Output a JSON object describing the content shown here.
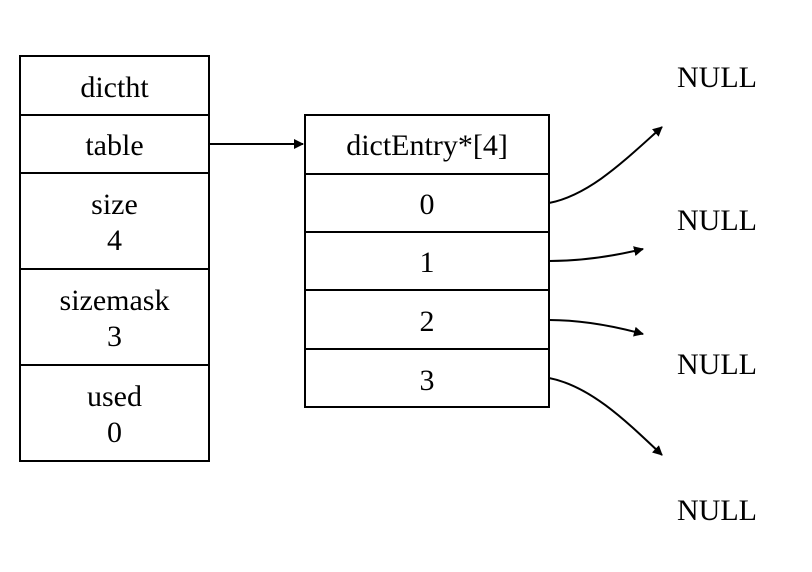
{
  "dictht": {
    "title": "dictht",
    "table_label": "table",
    "size_label": "size",
    "size_value": "4",
    "sizemask_label": "sizemask",
    "sizemask_value": "3",
    "used_label": "used",
    "used_value": "0"
  },
  "entries": {
    "header": "dictEntry*[4]",
    "slots": [
      "0",
      "1",
      "2",
      "3"
    ]
  },
  "null_labels": [
    "NULL",
    "NULL",
    "NULL",
    "NULL"
  ]
}
